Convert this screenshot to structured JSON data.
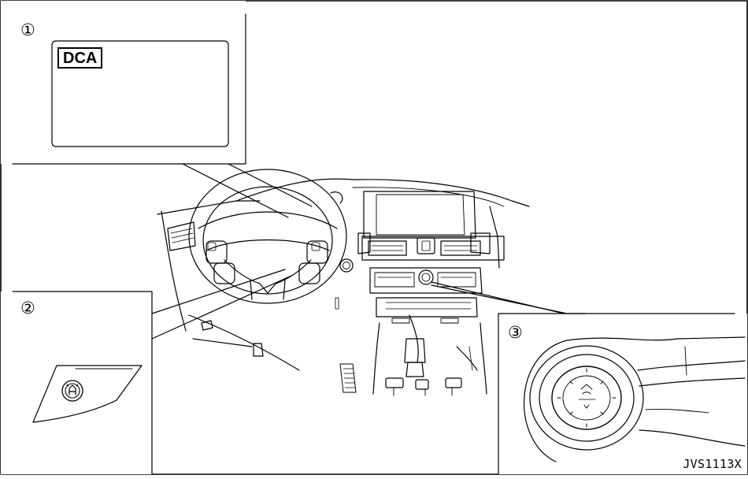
{
  "callouts": [
    {
      "number": "①",
      "indicator_text": "DCA"
    },
    {
      "number": "②"
    },
    {
      "number": "③"
    }
  ],
  "figure_code": "JVS1113X",
  "icons": [
    "dca-indicator-icon",
    "dca-switch-icon",
    "distance-control-dial-icon"
  ]
}
